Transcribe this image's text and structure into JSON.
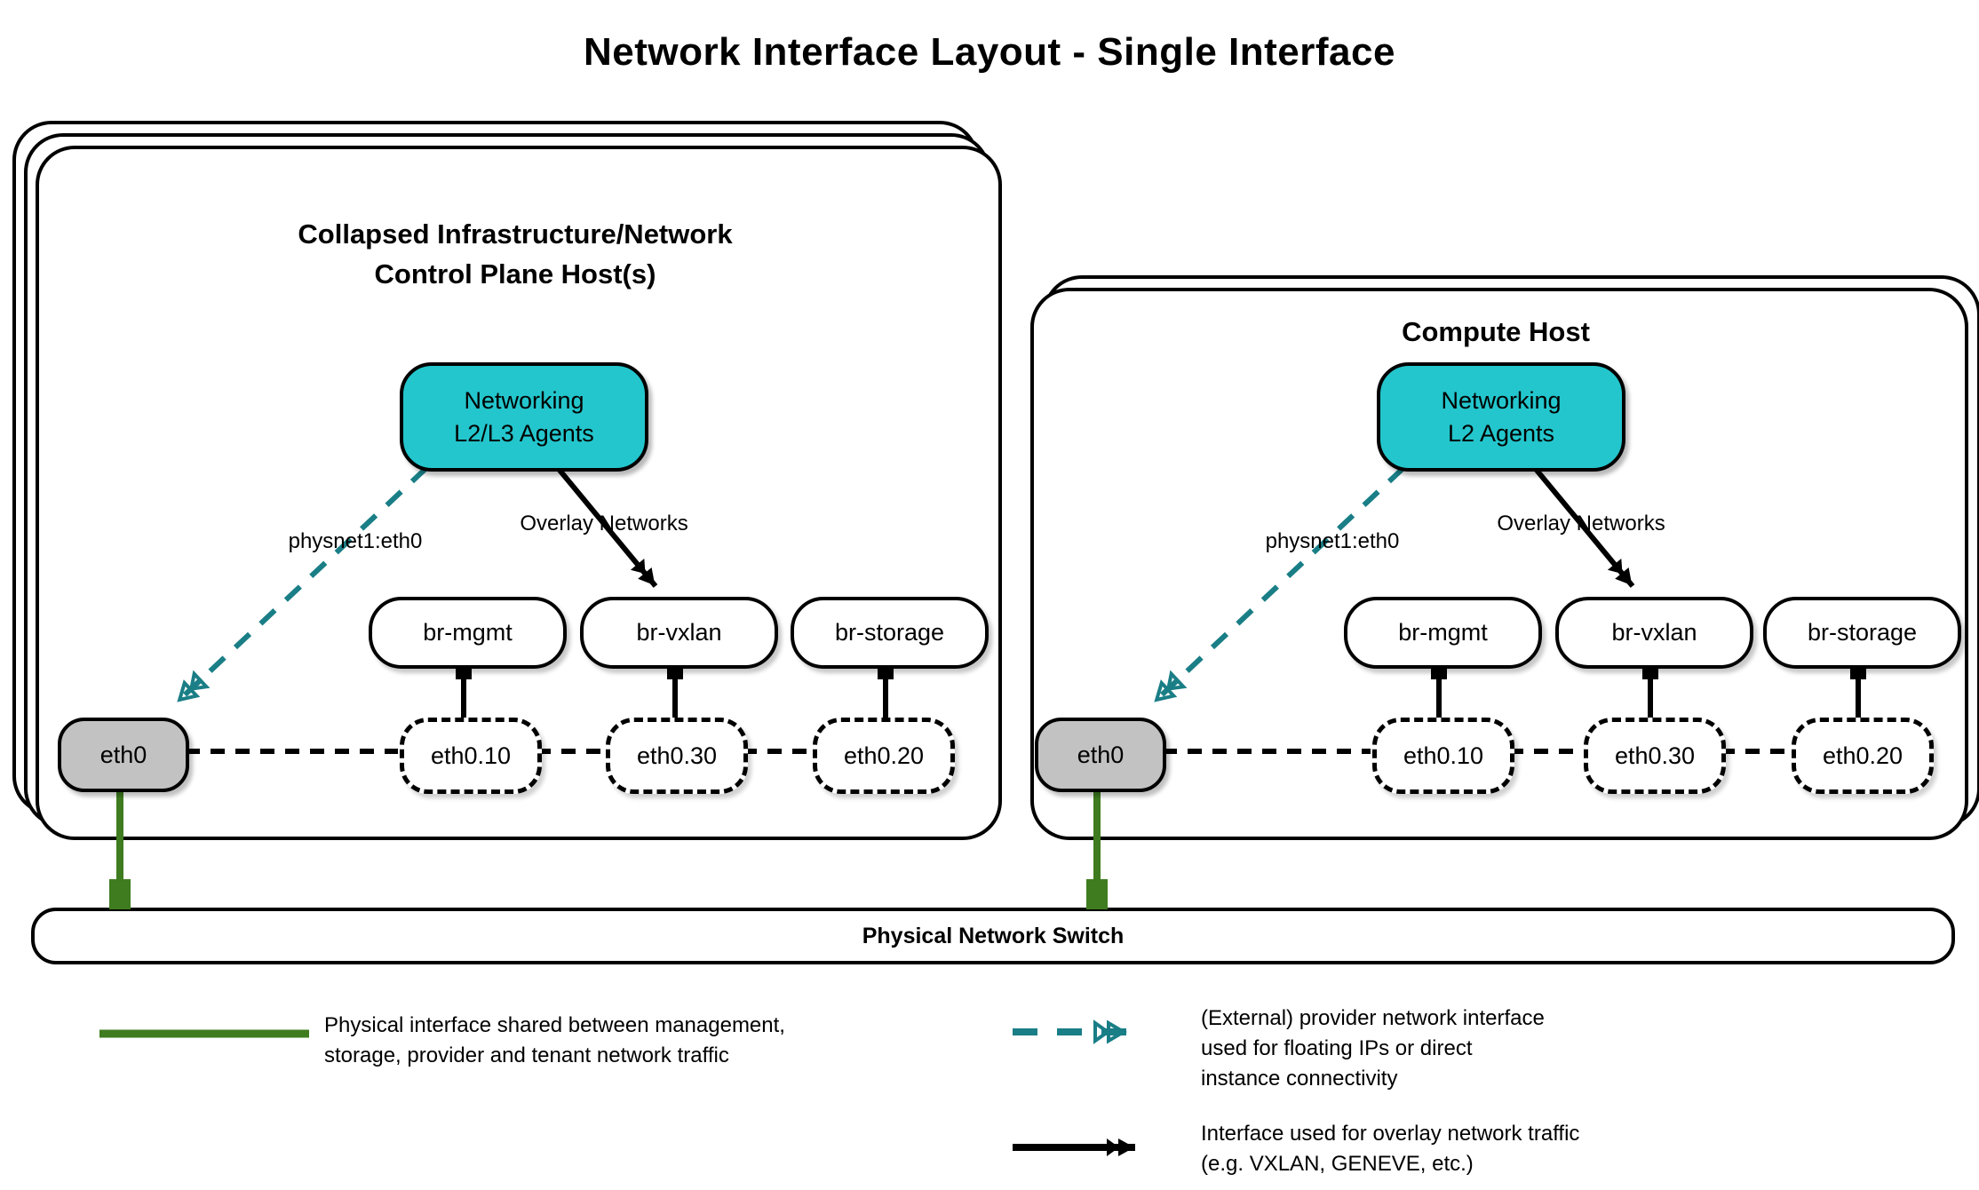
{
  "title": "Network Interface Layout - Single Interface",
  "hosts": {
    "left": {
      "title_line1": "Collapsed Infrastructure/Network",
      "title_line2": "Control Plane Host(s)",
      "agent_line1": "Networking",
      "agent_line2": "L2/L3 Agents",
      "provider_label": "physnet1:eth0",
      "overlay_label": "Overlay Networks",
      "bridges": [
        "br-mgmt",
        "br-vxlan",
        "br-storage"
      ],
      "phys_if": "eth0",
      "vlans": [
        "eth0.10",
        "eth0.30",
        "eth0.20"
      ]
    },
    "right": {
      "title_line1": "Compute Host",
      "agent_line1": "Networking",
      "agent_line2": "L2 Agents",
      "provider_label": "physnet1:eth0",
      "overlay_label": "Overlay Networks",
      "bridges": [
        "br-mgmt",
        "br-vxlan",
        "br-storage"
      ],
      "phys_if": "eth0",
      "vlans": [
        "eth0.10",
        "eth0.30",
        "eth0.20"
      ]
    }
  },
  "switch": {
    "label": "Physical Network Switch"
  },
  "legend": {
    "physical": {
      "line1": "Physical interface shared between management,",
      "line2": "storage, provider and tenant network traffic"
    },
    "provider": {
      "line1": "(External) provider network interface",
      "line2": "used for floating IPs or direct",
      "line3": "instance connectivity"
    },
    "overlay": {
      "line1": "Interface used for overlay network traffic",
      "line2": "(e.g. VXLAN, GENEVE, etc.)"
    }
  },
  "colors": {
    "agent_fill": "#23C6CC",
    "provider_line": "#1A7E86",
    "physical_line": "#3E7C1F",
    "phys_if_fill": "#C2C2C2",
    "outline": "#000000"
  }
}
